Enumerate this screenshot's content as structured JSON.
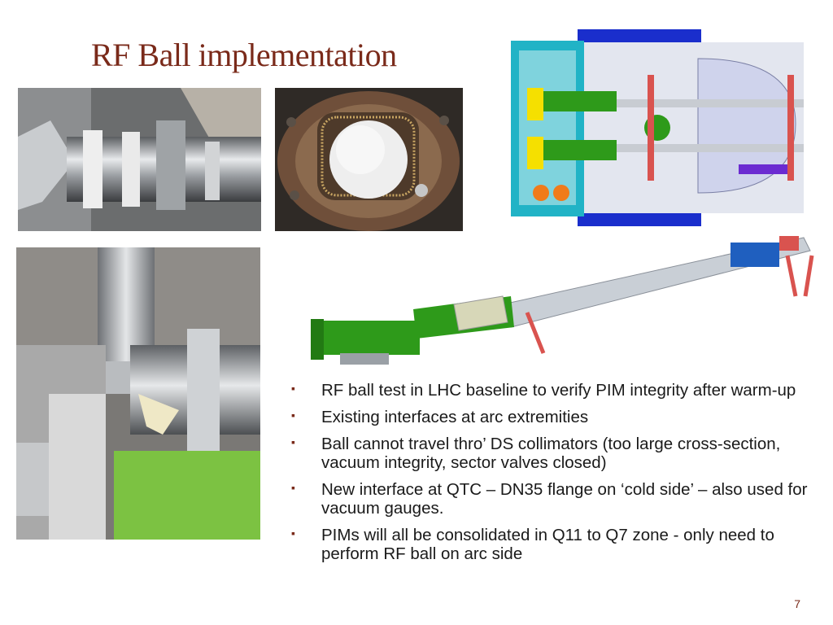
{
  "slide": {
    "title": "RF Ball implementation",
    "page_number": "7",
    "bullet_marker": "▪",
    "bullets": [
      "RF ball test in LHC baseline to verify PIM integrity after warm-up",
      "Existing interfaces at arc extremities",
      "Ball cannot travel thro’ DS collimators (too large cross-section, vacuum integrity, sector valves closed)",
      "New interface at QTC – DN35 flange on ‘cold side’ – also used for vacuum gauges.",
      "PIMs will all be consolidated in Q11 to Q7 zone - only need to perform RF ball on arc side"
    ]
  },
  "colors": {
    "title": "#7a2a1a",
    "cad_green": "#2e9a1a",
    "cad_blue": "#1a2ecc",
    "cad_red": "#d9534f",
    "cad_yellow": "#f5e000"
  }
}
